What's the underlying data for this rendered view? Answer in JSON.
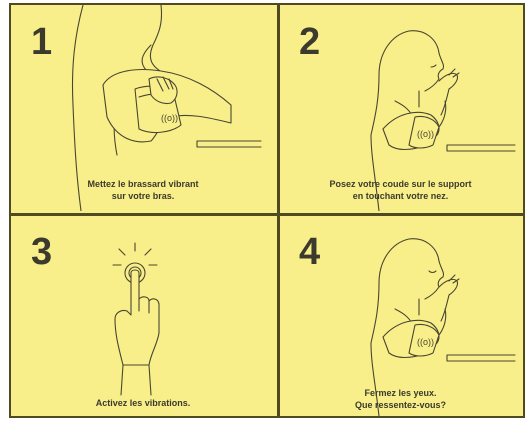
{
  "panels": [
    {
      "number": "1",
      "caption_lines": [
        "Mettez le brassard vibrant",
        "sur votre bras."
      ]
    },
    {
      "number": "2",
      "caption_lines": [
        "Posez votre coude sur le support",
        "en touchant votre nez."
      ]
    },
    {
      "number": "3",
      "caption_lines": [
        "Activez les vibrations."
      ]
    },
    {
      "number": "4",
      "caption_lines": [
        "Fermez les yeux.",
        "Que ressentez-vous?"
      ]
    }
  ],
  "device_label": "((o))",
  "colors": {
    "background": "#f8ef8a",
    "border": "#4f4a22",
    "ink": "#3b3a2c"
  }
}
